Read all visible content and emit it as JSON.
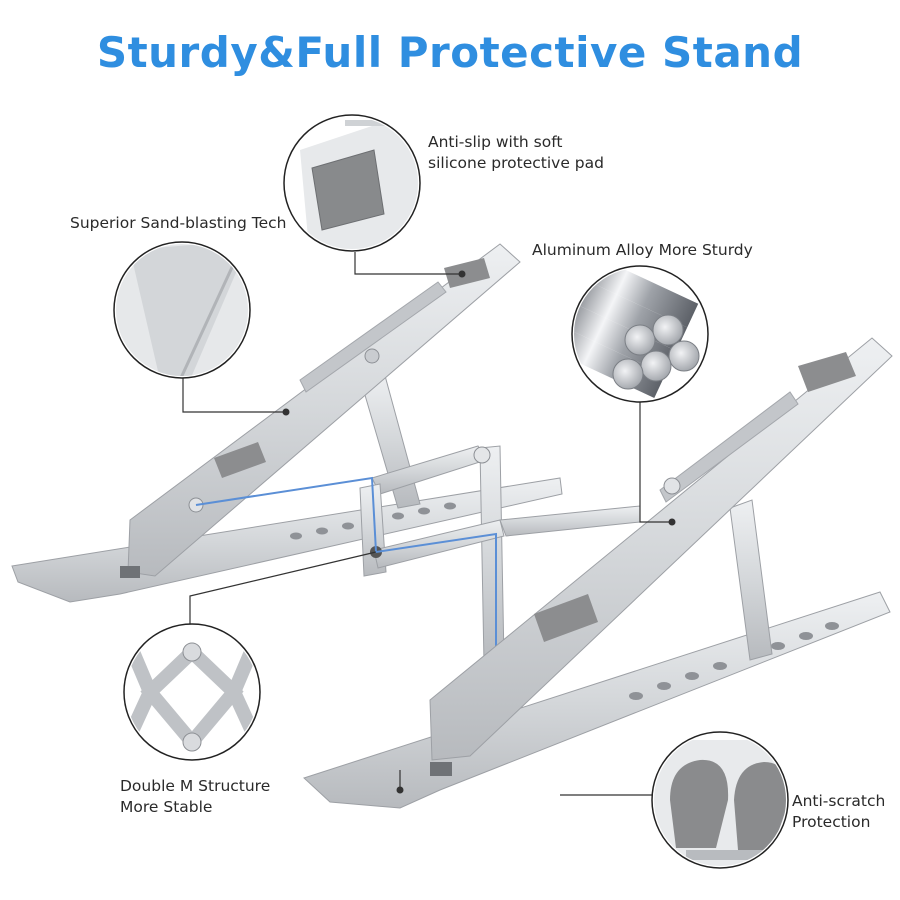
{
  "title": "Sturdy&Full Protective Stand",
  "colors": {
    "title": "#2f8ee0",
    "guide_line": "#5b8fd6",
    "aluminum": "#d7d9dc",
    "aluminum_shadow": "#a9acb1",
    "pad": "#8e8f91",
    "leader": "#333333"
  },
  "features": {
    "anti_slip": {
      "line1": "Anti-slip with soft",
      "line2": "silicone protective pad"
    },
    "sand_blasting": {
      "text": "Superior Sand-blasting Tech"
    },
    "aluminum": {
      "text": "Aluminum Alloy More Sturdy"
    },
    "double_m": {
      "line1": "Double M Structure",
      "line2": "More Stable"
    },
    "anti_scratch": {
      "line1": "Anti-scratch",
      "line2": "Protection"
    }
  }
}
